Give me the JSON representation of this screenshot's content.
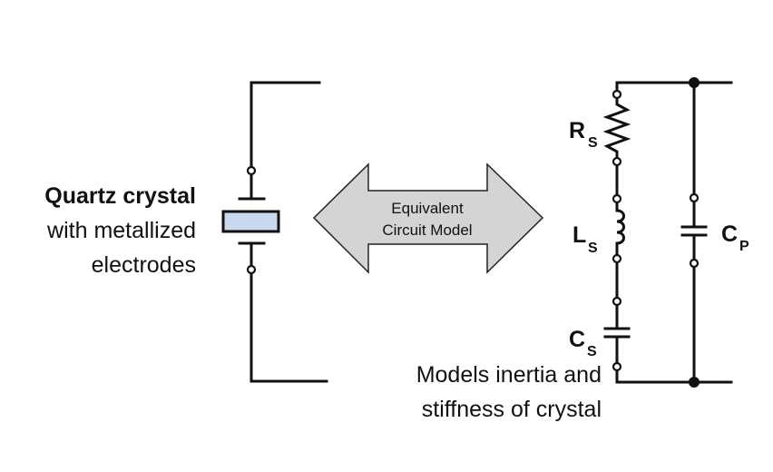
{
  "diagram": {
    "title_left": {
      "line1": "Quartz crystal",
      "line2": "with metallized",
      "line3": "electrodes"
    },
    "arrow": {
      "line1": "Equivalent",
      "line2": "Circuit Model",
      "fill": "#d4d4d4"
    },
    "crystal": {
      "fill": "#c9daf0"
    },
    "components": {
      "rs": {
        "main": "R",
        "sub": "S"
      },
      "ls": {
        "main": "L",
        "sub": "S"
      },
      "cs": {
        "main": "C",
        "sub": "S"
      },
      "cp": {
        "main": "C",
        "sub": "P"
      }
    },
    "caption": {
      "line1": "Models inertia and",
      "line2": "stiffness of crystal"
    }
  }
}
